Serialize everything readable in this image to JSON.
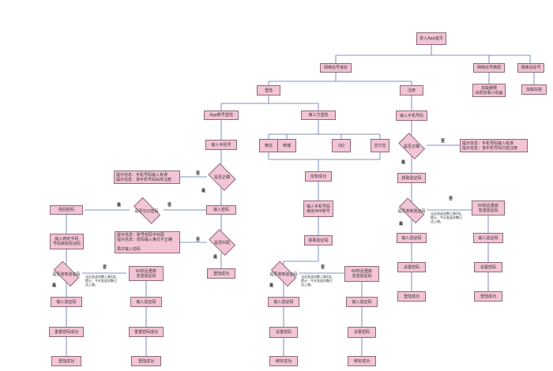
{
  "nodes": {
    "n_home": "进入App首页",
    "n_net_good": "网络信号良好",
    "n_net_weak": "网络信号微弱",
    "n_net_none": "网络没信号",
    "n_loading": "加载缓慢\n出现加载小动画",
    "n_fail": "加载失败",
    "n_login": "登陆",
    "n_register": "注册",
    "n_app_login": "App账号登陆",
    "n_third": "第三方登陆",
    "n_input_phone": "输入手机号",
    "n_wechat": "微信",
    "n_weibo": "微博",
    "n_qq": "QQ",
    "n_alipay": "支付宝",
    "n_hint_phone": "提示信息：手机号码输入有误\n提示信息：该手机号码尚未注册",
    "d_correct1": "是否正确",
    "n_auth": "授权成功",
    "n_retrieve": "找回密码",
    "d_forgot": "是否忘记密码",
    "n_input_pwd": "输入密码",
    "n_input_bind": "输入手机号码\n绑定APP账号",
    "n_input_reg": "输入绑定手机\n号码获取验证码",
    "n_hint_pwd": "提示信息：账号密码不匹配\n提示信息：密码输入格式不正确\n\n再次输入密码",
    "d_match": "是否匹配",
    "n_get_code_b": "获取验证码",
    "d_recv_a": "是否收到验证码",
    "n_resend_a": "60秒后重新\n发送验证码",
    "n_login_ok_a": "登陆成功",
    "d_recv_b": "是否收到验证码",
    "n_resend_b": "60秒后重新\n发送验证码",
    "n_inp_code_a1": "输入验证码",
    "n_inp_code_a2": "输入验证码",
    "n_inp_code_b1": "输入验证码",
    "n_inp_code_b2": "输入验证码",
    "n_reset_a1": "重置密码成功",
    "n_reset_a2": "重置密码成功",
    "n_set_b1": "设置密码",
    "n_set_b2": "设置密码",
    "n_done_a1": "登陆成功",
    "n_done_a2": "登陆成功",
    "n_done_b1": "绑定成功",
    "n_done_b2": "绑定成功",
    "n_reg_phone": "输入手机号码",
    "d_reg_correct": "是否正确",
    "n_reg_hint": "提示信息：手机号码输入有误\n提示信息：该手机号码已经注册",
    "n_reg_get_code": "获取验证码",
    "d_reg_recv": "是否收到验证码",
    "n_reg_resend": "60秒后重新\n发送验证码",
    "n_reg_inp1": "输入验证码",
    "n_reg_inp2": "输入验证码",
    "n_reg_set1": "设置密码",
    "n_reg_set2": "设置密码",
    "n_reg_done1": "登陆成功",
    "n_reg_done2": "登陆成功"
  },
  "labels": {
    "yes": "是",
    "no": "否"
  },
  "notes": {
    "limit": "当天发送次数上限3次，\n提示：今天发送次数已\n达上限。"
  }
}
